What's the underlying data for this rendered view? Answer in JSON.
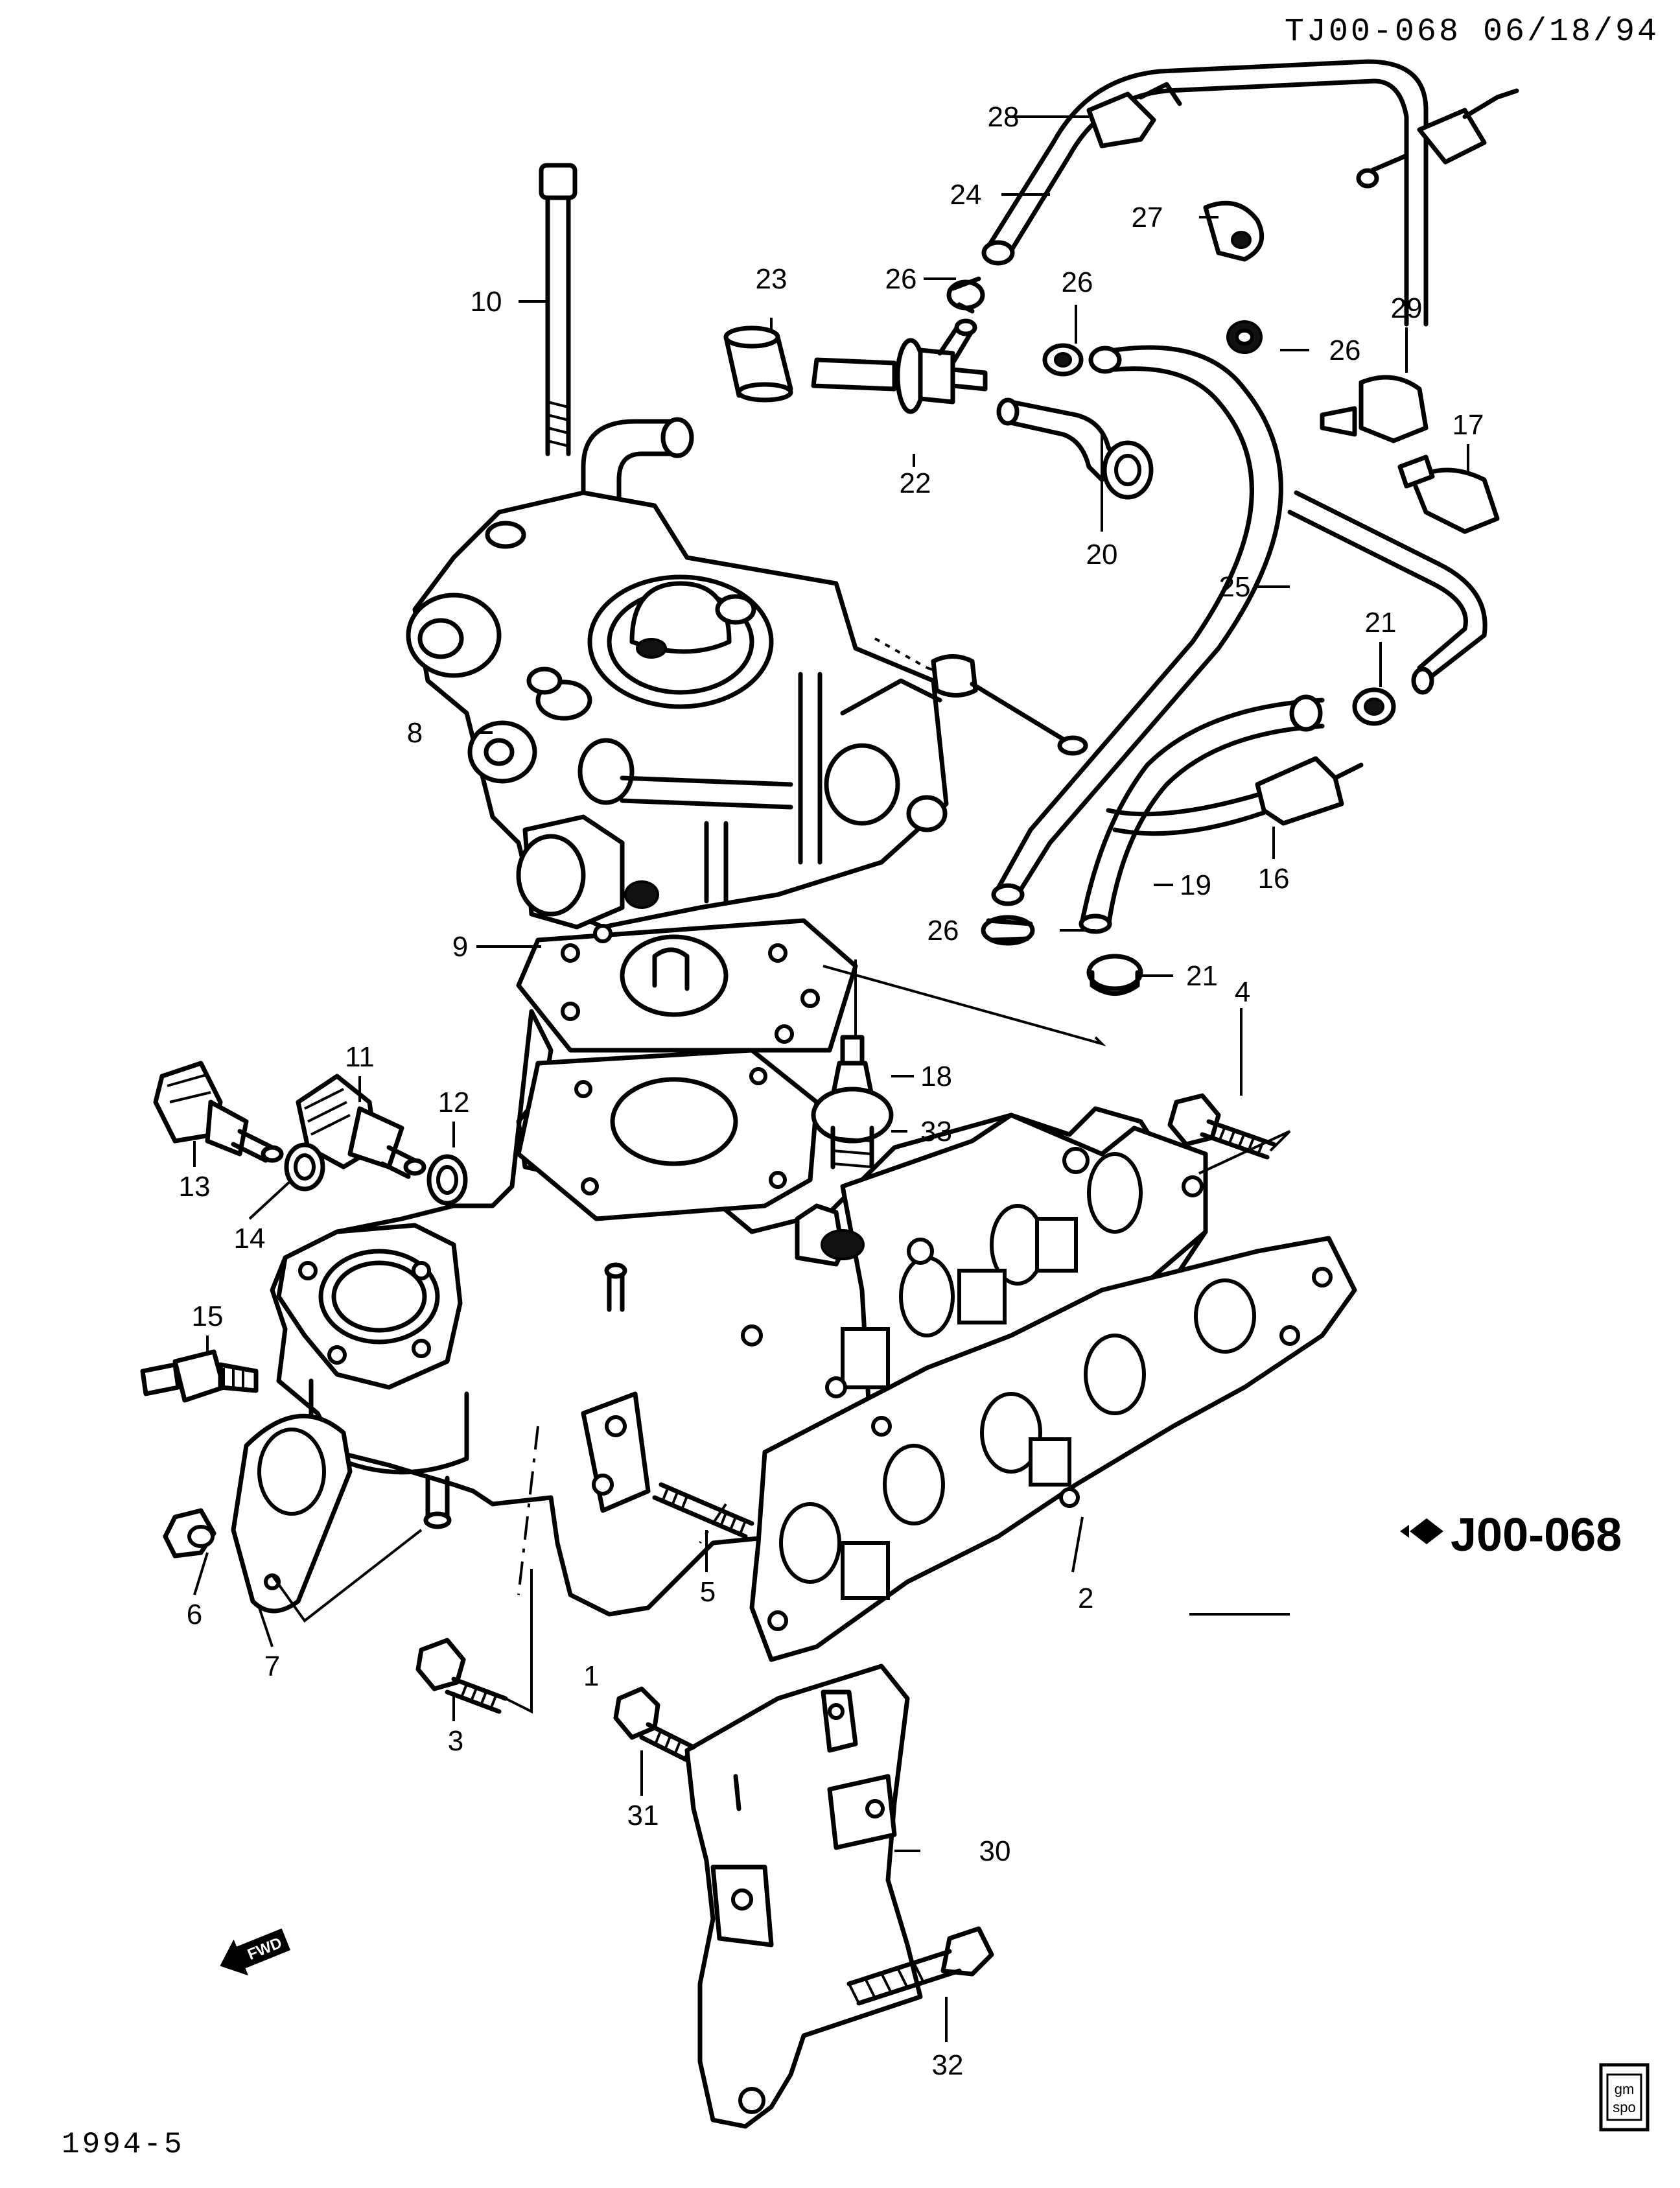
{
  "header": {
    "drawing_ref": "TJ00-068 06/18/94"
  },
  "footer": {
    "page_ref": "1994-5"
  },
  "brand": {
    "code": "J00-068",
    "badge_top": "gm",
    "badge_bottom": "spo"
  },
  "fwd_label": "FWD",
  "callouts": [
    {
      "n": "1"
    },
    {
      "n": "2"
    },
    {
      "n": "3"
    },
    {
      "n": "4"
    },
    {
      "n": "5"
    },
    {
      "n": "6"
    },
    {
      "n": "7"
    },
    {
      "n": "8"
    },
    {
      "n": "9"
    },
    {
      "n": "10"
    },
    {
      "n": "11"
    },
    {
      "n": "12"
    },
    {
      "n": "13"
    },
    {
      "n": "14"
    },
    {
      "n": "15"
    },
    {
      "n": "16"
    },
    {
      "n": "17"
    },
    {
      "n": "18"
    },
    {
      "n": "19"
    },
    {
      "n": "20"
    },
    {
      "n": "21"
    },
    {
      "n": "21"
    },
    {
      "n": "22"
    },
    {
      "n": "23"
    },
    {
      "n": "24"
    },
    {
      "n": "25"
    },
    {
      "n": "26"
    },
    {
      "n": "26"
    },
    {
      "n": "26"
    },
    {
      "n": "26"
    },
    {
      "n": "27"
    },
    {
      "n": "28"
    },
    {
      "n": "29"
    },
    {
      "n": "30"
    },
    {
      "n": "31"
    },
    {
      "n": "32"
    },
    {
      "n": "33"
    }
  ]
}
